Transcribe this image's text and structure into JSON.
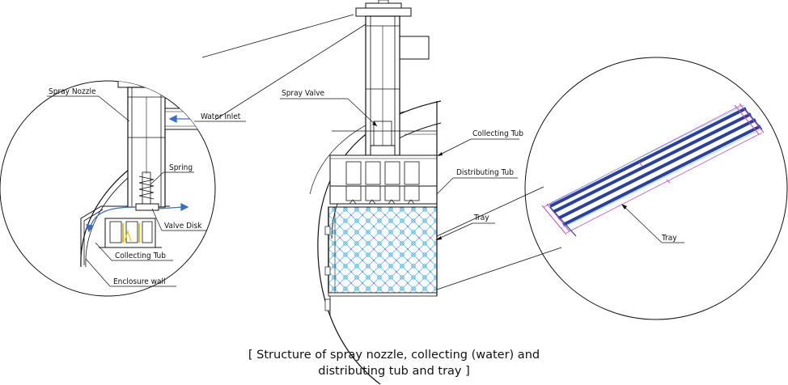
{
  "labels": {
    "spray_nozzle": "Spray  Nozzle",
    "water_inlet": "Water  Inlet",
    "spring": "Spring",
    "valve_disk": "Valve  Disk",
    "collecting_tub_left": "Collecting  Tub",
    "enclosure_wall": "Enclosure wall",
    "spray_valve": "Spray Valve",
    "collecting_tub_center": "Collecting  Tub",
    "distributing_tub": "Distributing Tub",
    "tray_center": "Tray",
    "tray_right": "Tray"
  },
  "caption": {
    "line1": "[ Structure of spray nozzle, collecting (water) and",
    "line2": "distributing tub and tray ]"
  },
  "colors": {
    "line": "#111111",
    "water_arrow": "#3b6fc4",
    "tray_blue": "#2b3f9e",
    "tray_magenta": "#c24fbf",
    "tray_cyan": "#5fc6e0",
    "spring_yellow": "#e8c020"
  }
}
